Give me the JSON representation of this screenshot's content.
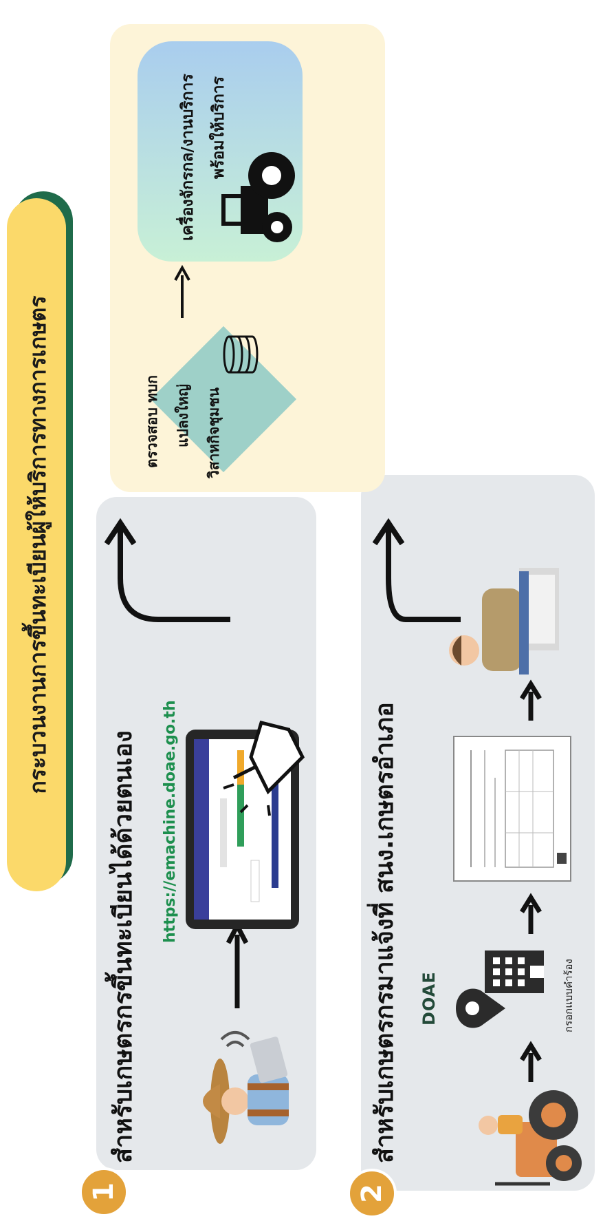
{
  "header": {
    "title": "กระบวนงานการขึ้นทะเบียนผู้ให้บริการทางการเกษตร"
  },
  "section1": {
    "number": "1",
    "title": "สำหรับเกษตรกรขึ้นทะเบียนได้ด้วยตนเอง",
    "url": "https://emachine.doae.go.th"
  },
  "section2": {
    "number": "2",
    "title": "สำหรับเกษตรกรมาแจ้งที่ สนง.เกษตรอำเภอ",
    "form_label": "กรอกแบบคำร้อง",
    "logo_text": "DOAE"
  },
  "verify": {
    "line1": "ตรวจสอบ ทบก",
    "line2": "แปลงใหญ่",
    "line3": "วิสาหกิจชุมชน"
  },
  "result": {
    "line1": "เครื่องจักรกล/งานบริการ",
    "line2": "พร้อมให้บริการ"
  },
  "colors": {
    "banner": "#fbd96a",
    "banner_shadow": "#1f6b4a",
    "panel_gray": "#e5e8eb",
    "panel_cream": "#fdf4d8",
    "badge_gold": "#e3a23a",
    "url_green": "#1d8f4e",
    "diamond_teal": "#9ed0c8"
  }
}
